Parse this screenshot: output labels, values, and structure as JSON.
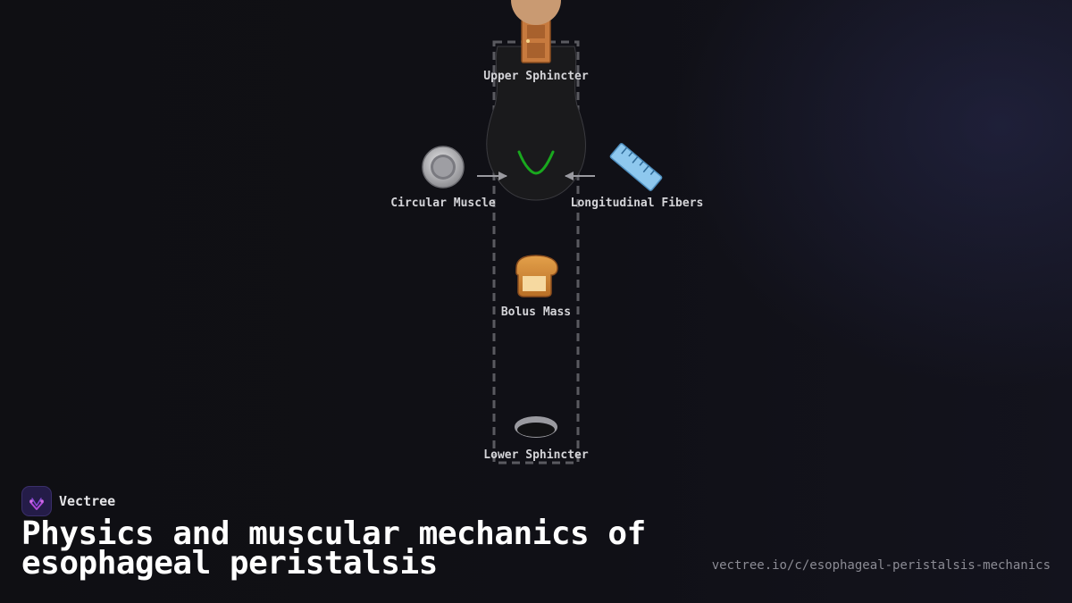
{
  "diagram": {
    "nodes": {
      "upper_sphincter": {
        "label": "Upper Sphincter",
        "icon": "door-icon"
      },
      "circular_muscle": {
        "label": "Circular Muscle",
        "icon": "radio-button-icon"
      },
      "longitudinal_fibers": {
        "label": "Longitudinal Fibers",
        "icon": "ruler-icon"
      },
      "bolus_mass": {
        "label": "Bolus Mass",
        "icon": "bread-icon"
      },
      "lower_sphincter": {
        "label": "Lower Sphincter",
        "icon": "hole-icon"
      }
    },
    "colors": {
      "contraction_wave": "#19a81e",
      "dashed_tube": "#5a5a60",
      "esophagus_fill": "#1a1a1c",
      "arrow": "#9a9aa0"
    }
  },
  "brand": {
    "name": "Vectree",
    "logo_icon": "vectree-logo-icon"
  },
  "title": "Physics and muscular mechanics of esophageal peristalsis",
  "url": "vectree.io/c/esophageal-peristalsis-mechanics"
}
